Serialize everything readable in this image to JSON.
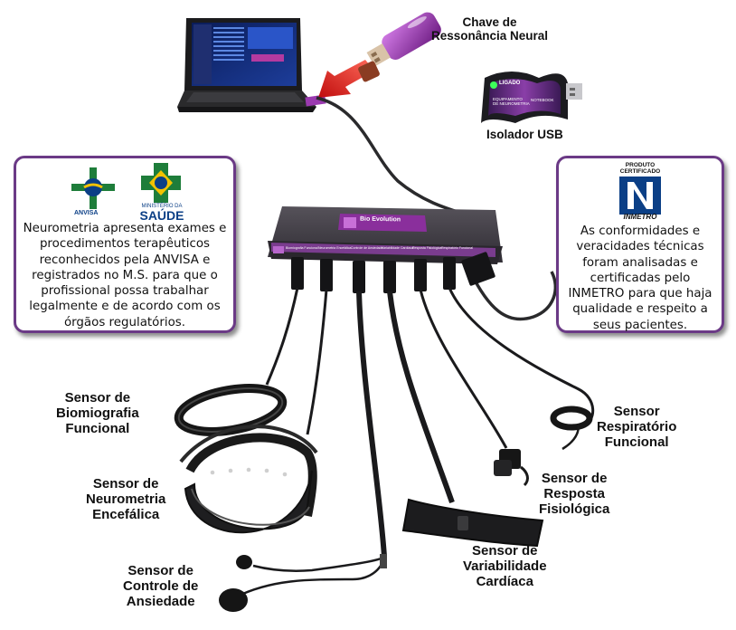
{
  "top_labels": {
    "chave": [
      "Chave de",
      "Ressonância Neural"
    ],
    "isolador": "Isolador USB"
  },
  "isolator_device": {
    "led_text": "LIGADO",
    "left_text": [
      "EQUIPAMENTO",
      "DE NEUROMETRIA"
    ],
    "right_text": "NOTEBOOK"
  },
  "hub": {
    "brand": "Bio Evolution",
    "ports": [
      "Biomiografia Funcional",
      "Neurometria Encefálica",
      "Controle de Ansiedade",
      "Variabilidade Cardíaca",
      "Resposta Fisiológica",
      "Respiratório Funcional"
    ]
  },
  "left_panel": {
    "anvisa_caption": "ANVISA",
    "ministerio_caption": [
      "MINISTÉRIO DA",
      "SAÚDE"
    ],
    "lines": [
      "Neurometria apresenta exames e",
      "procedimentos terapêuticos",
      "reconhecidos pela ANVISA e",
      "registrados no M.S. para que o",
      "profissional possa trabalhar",
      "legalmente e de acordo com os",
      "órgãos regulatórios."
    ]
  },
  "right_panel": {
    "badge_top": [
      "PRODUTO",
      "CERTIFICADO"
    ],
    "badge_bottom": "INMETRO",
    "lines": [
      "As conformidades e",
      "veracidades técnicas",
      "foram analisadas e",
      "certificadas pelo",
      "INMETRO para que haja",
      "qualidade e respeito a",
      "seus pacientes."
    ]
  },
  "sensors": {
    "biomiografia": [
      "Sensor de",
      "Biomiografia",
      "Funcional"
    ],
    "neurometria": [
      "Sensor de",
      "Neurometria",
      "Encefálica"
    ],
    "ansiedade": [
      "Sensor de",
      "Controle de",
      "Ansiedade"
    ],
    "cardiaca": [
      "Sensor de",
      "Variabilidade",
      "Cardíaca"
    ],
    "fisiologica": [
      "Sensor de",
      "Resposta",
      "Fisiológica"
    ],
    "respiratorio": [
      "Sensor",
      "Respiratório",
      "Funcional"
    ]
  },
  "colors": {
    "panel_border": "#6b3a86",
    "hub_body": "#3d3a40",
    "hub_label_purple": "#8a2f9c",
    "inmetro_blue": "#0b3f86",
    "saude_green": "#1e7d3a",
    "arrow_red": "#e0201b"
  }
}
